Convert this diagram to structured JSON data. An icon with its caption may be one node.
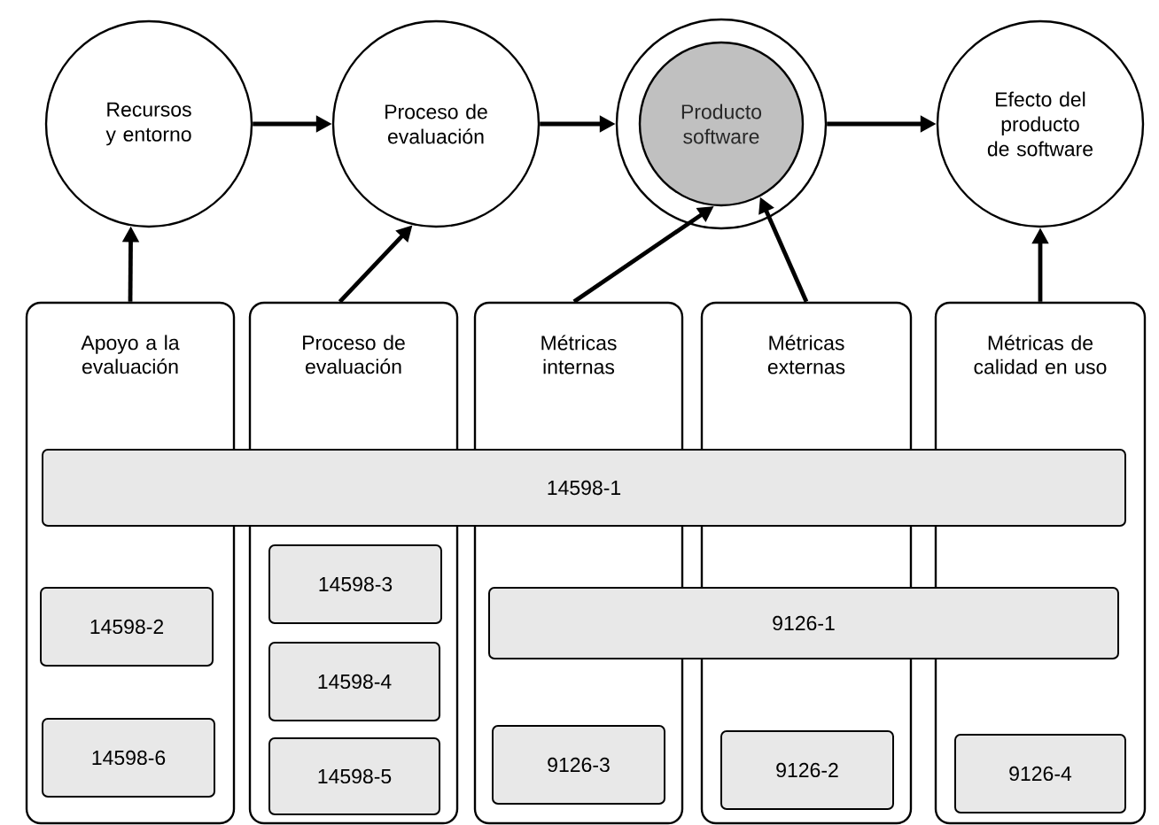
{
  "diagram": {
    "nodes": [
      {
        "text": [
          "Recursos y entorno"
        ]
      },
      {
        "text": [
          "Proceso de evaluación"
        ]
      },
      {
        "text": [],
        "shape": "circle"
      },
      {
        "text": [
          "Producto software"
        ],
        "in": 2
      },
      {
        "text": [
          "Efecto del producto de software"
        ]
      },
      {
        "text": [
          "Apoyo a la evaluación"
        ]
      },
      {
        "text": [
          "Proceso de evaluación"
        ]
      },
      {
        "text": [
          "Métricas internas"
        ]
      },
      {
        "text": [
          "Métricas externas"
        ]
      },
      {
        "text": [
          "Métricas de calidad en uso"
        ]
      },
      {
        "text": [
          "14598-1"
        ]
      },
      {
        "text": [
          "14598-2"
        ],
        "in": 5
      },
      {
        "text": [
          "14598-6"
        ],
        "in": 5
      },
      {
        "text": [
          "14598-3"
        ],
        "in": 6
      },
      {
        "text": [
          "14598-4"
        ],
        "in": 6
      },
      {
        "text": [
          "14598-5"
        ],
        "in": 6
      },
      {
        "text": [
          "9126-1"
        ]
      },
      {
        "text": [
          "9126-3"
        ],
        "in": 7
      },
      {
        "text": [
          "9126-2"
        ],
        "in": 8
      },
      {
        "text": [
          "9126-4"
        ],
        "in": 9
      }
    ],
    "edges": [
      {
        "from": 0,
        "to": 1,
        "arrow": "to"
      },
      {
        "from": 1,
        "to": 2,
        "arrow": "to"
      },
      {
        "from": 2,
        "to": 4,
        "arrow": "to"
      },
      {
        "from": 5,
        "to": 0,
        "arrow": "to"
      },
      {
        "from": 6,
        "to": 1,
        "arrow": "to"
      },
      {
        "from": 7,
        "to": 3,
        "arrow": "to"
      },
      {
        "from": 8,
        "to": 3,
        "arrow": "to"
      },
      {
        "from": 9,
        "to": 4,
        "arrow": "to"
      }
    ]
  }
}
